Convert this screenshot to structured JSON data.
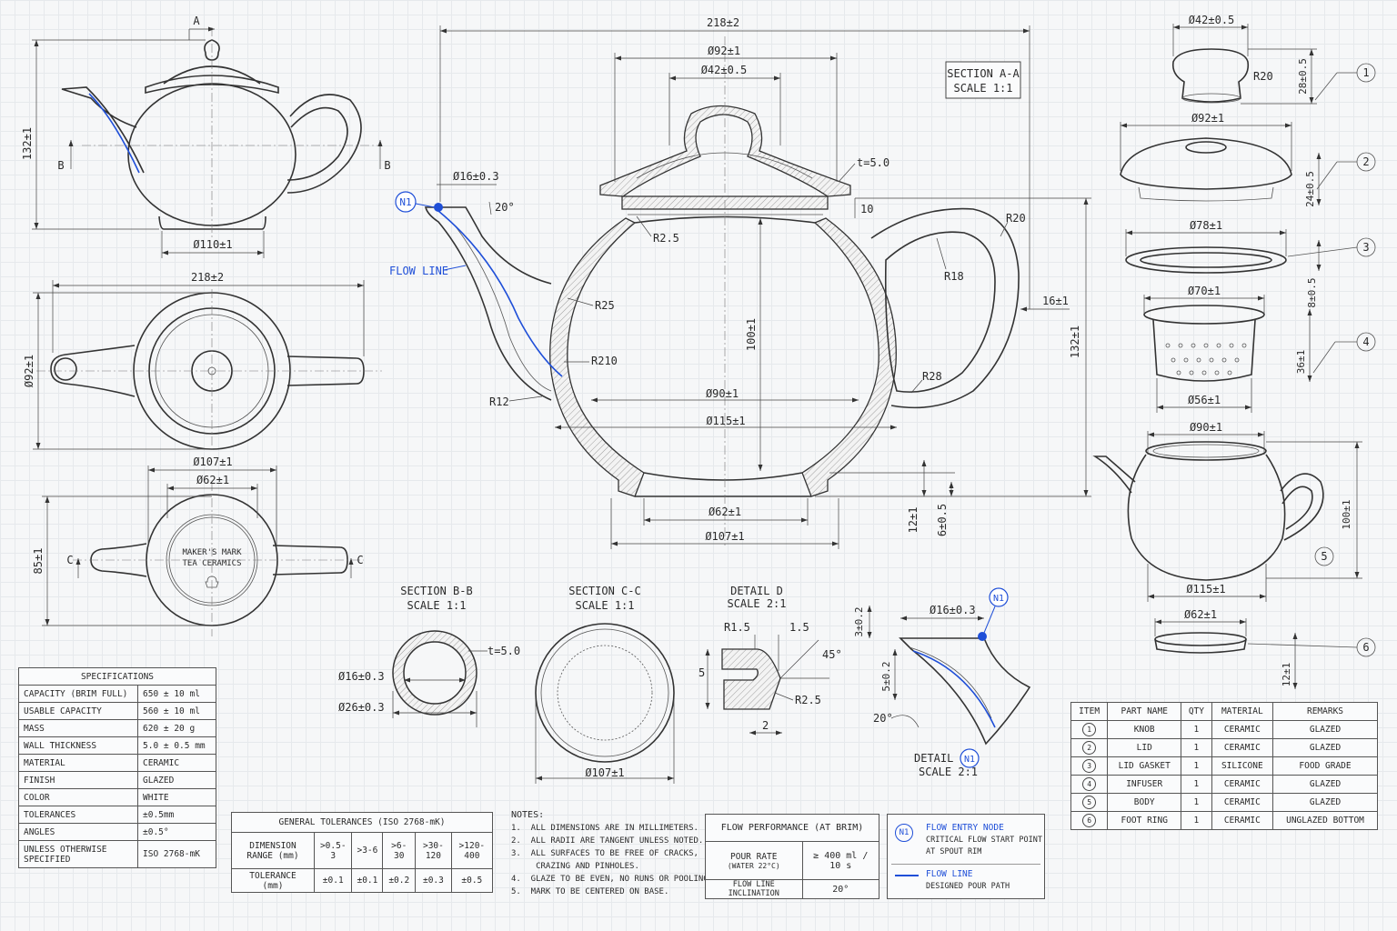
{
  "views": {
    "section_aa": {
      "title": "SECTION A-A",
      "scale": "SCALE 1:1"
    },
    "section_bb": {
      "title": "SECTION B-B",
      "scale": "SCALE 1:1"
    },
    "section_cc": {
      "title": "SECTION C-C",
      "scale": "SCALE 1:1"
    },
    "detail_d": {
      "title": "DETAIL D",
      "scale": "SCALE 2:1"
    },
    "detail_e": {
      "title": "DETAIL E",
      "scale": "SCALE 2:1"
    }
  },
  "markers": {
    "A": "A",
    "B": "B",
    "C": "C",
    "N1": "N1"
  },
  "labels": {
    "flow_line": "FLOW LINE",
    "makers_mark_1": "MAKER'S MARK",
    "makers_mark_2": "TEA CERAMICS"
  },
  "dims": {
    "elev_h": "132±1",
    "elev_base": "Ø110±1",
    "top_w": "218±2",
    "top_dia": "Ø92±1",
    "bot_107": "Ø107±1",
    "bot_62": "Ø62±1",
    "bot_h": "85±1",
    "m_218": "218±2",
    "m_92": "Ø92±1",
    "m_42": "Ø42±0.5",
    "m_16": "Ø16±0.3",
    "m_20deg": "20°",
    "m_t5": "t=5.0",
    "m_10": "10",
    "m_R20": "R20",
    "m_R2_5": "R2.5",
    "m_R18": "R18",
    "m_16w": "16±1",
    "m_R25": "R25",
    "m_100": "100±1",
    "m_R210": "R210",
    "m_132": "132±1",
    "m_R12": "R12",
    "m_90": "Ø90±1",
    "m_R28": "R28",
    "m_115": "Ø115±1",
    "m_62": "Ø62±1",
    "m_107": "Ø107±1",
    "m_12": "12±1",
    "m_6": "6±0.5",
    "bb_t5": "t=5.0",
    "bb_16": "Ø16±0.3",
    "bb_26": "Ø26±0.3",
    "cc_107": "Ø107±1",
    "d_R1_5": "R1.5",
    "d_1_5": "1.5",
    "d_45": "45°",
    "d_5": "5",
    "d_R2_5": "R2.5",
    "d_2": "2",
    "e_16": "Ø16±0.3",
    "e_3": "3±0.2",
    "e_5": "5±0.2",
    "e_20": "20°",
    "p1_42": "Ø42±0.5",
    "p1_R20": "R20",
    "p1_28": "28±0.5",
    "p2_92": "Ø92±1",
    "p2_24": "24±0.5",
    "p3_78": "Ø78±1",
    "p3_8": "8±0.5",
    "p4_70": "Ø70±1",
    "p4_36": "36±1",
    "p4_56": "Ø56±1",
    "p5_90": "Ø90±1",
    "p5_100": "100±1",
    "p5_115": "Ø115±1",
    "p6_62": "Ø62±1",
    "p6_12": "12±1"
  },
  "balloons": [
    "1",
    "2",
    "3",
    "4",
    "5",
    "6"
  ],
  "specifications": {
    "title": "SPECIFICATIONS",
    "rows": [
      [
        "CAPACITY (BRIM FULL)",
        "650 ± 10 ml"
      ],
      [
        "USABLE CAPACITY",
        "560 ± 10 ml"
      ],
      [
        "MASS",
        "620 ± 20 g"
      ],
      [
        "WALL THICKNESS",
        "5.0 ± 0.5 mm"
      ],
      [
        "MATERIAL",
        "CERAMIC"
      ],
      [
        "FINISH",
        "GLAZED"
      ],
      [
        "COLOR",
        "WHITE"
      ],
      [
        "TOLERANCES",
        "±0.5mm"
      ],
      [
        "ANGLES",
        "±0.5°"
      ],
      [
        "UNLESS OTHERWISE SPECIFIED",
        "ISO 2768-mK"
      ]
    ]
  },
  "tolerances": {
    "title": "GENERAL TOLERANCES (ISO 2768-mK)",
    "range_label": "DIMENSION RANGE (mm)",
    "ranges": [
      ">0.5-3",
      ">3-6",
      ">6-30",
      ">30-120",
      ">120-400"
    ],
    "tol_label": "TOLERANCE (mm)",
    "values": [
      "±0.1",
      "±0.1",
      "±0.2",
      "±0.3",
      "±0.5"
    ]
  },
  "notes": {
    "title": "NOTES:",
    "items": [
      "1.  ALL DIMENSIONS ARE IN MILLIMETERS.",
      "2.  ALL RADII ARE TANGENT UNLESS NOTED.",
      "3.  ALL SURFACES TO BE FREE OF CRACKS,",
      "     CRAZING AND PINHOLES.",
      "4.  GLAZE TO BE EVEN, NO RUNS OR POOLING.",
      "5.  MARK TO BE CENTERED ON BASE."
    ]
  },
  "flow": {
    "title": "FLOW PERFORMANCE (AT BRIM)",
    "rate_label": "POUR RATE",
    "rate_sub": "(WATER 22°C)",
    "rate_value": "≥ 400 ml / 10 s",
    "incl_label": "FLOW LINE INCLINATION",
    "incl_value": "20°"
  },
  "legend": {
    "node_symbol": "N1",
    "node_title": "FLOW ENTRY NODE",
    "node_desc_1": "CRITICAL FLOW START POINT",
    "node_desc_2": "AT SPOUT RIM",
    "line_title": "FLOW LINE",
    "line_desc": "DESIGNED POUR PATH",
    "accent": "#1f4fd8"
  },
  "bom": {
    "headers": [
      "ITEM",
      "PART NAME",
      "QTY",
      "MATERIAL",
      "REMARKS"
    ],
    "rows": [
      [
        "1",
        "KNOB",
        "1",
        "CERAMIC",
        "GLAZED"
      ],
      [
        "2",
        "LID",
        "1",
        "CERAMIC",
        "GLAZED"
      ],
      [
        "3",
        "LID GASKET",
        "1",
        "SILICONE",
        "FOOD GRADE"
      ],
      [
        "4",
        "INFUSER",
        "1",
        "CERAMIC",
        "GLAZED"
      ],
      [
        "5",
        "BODY",
        "1",
        "CERAMIC",
        "GLAZED"
      ],
      [
        "6",
        "FOOT RING",
        "1",
        "CERAMIC",
        "UNGLAZED BOTTOM"
      ]
    ]
  }
}
